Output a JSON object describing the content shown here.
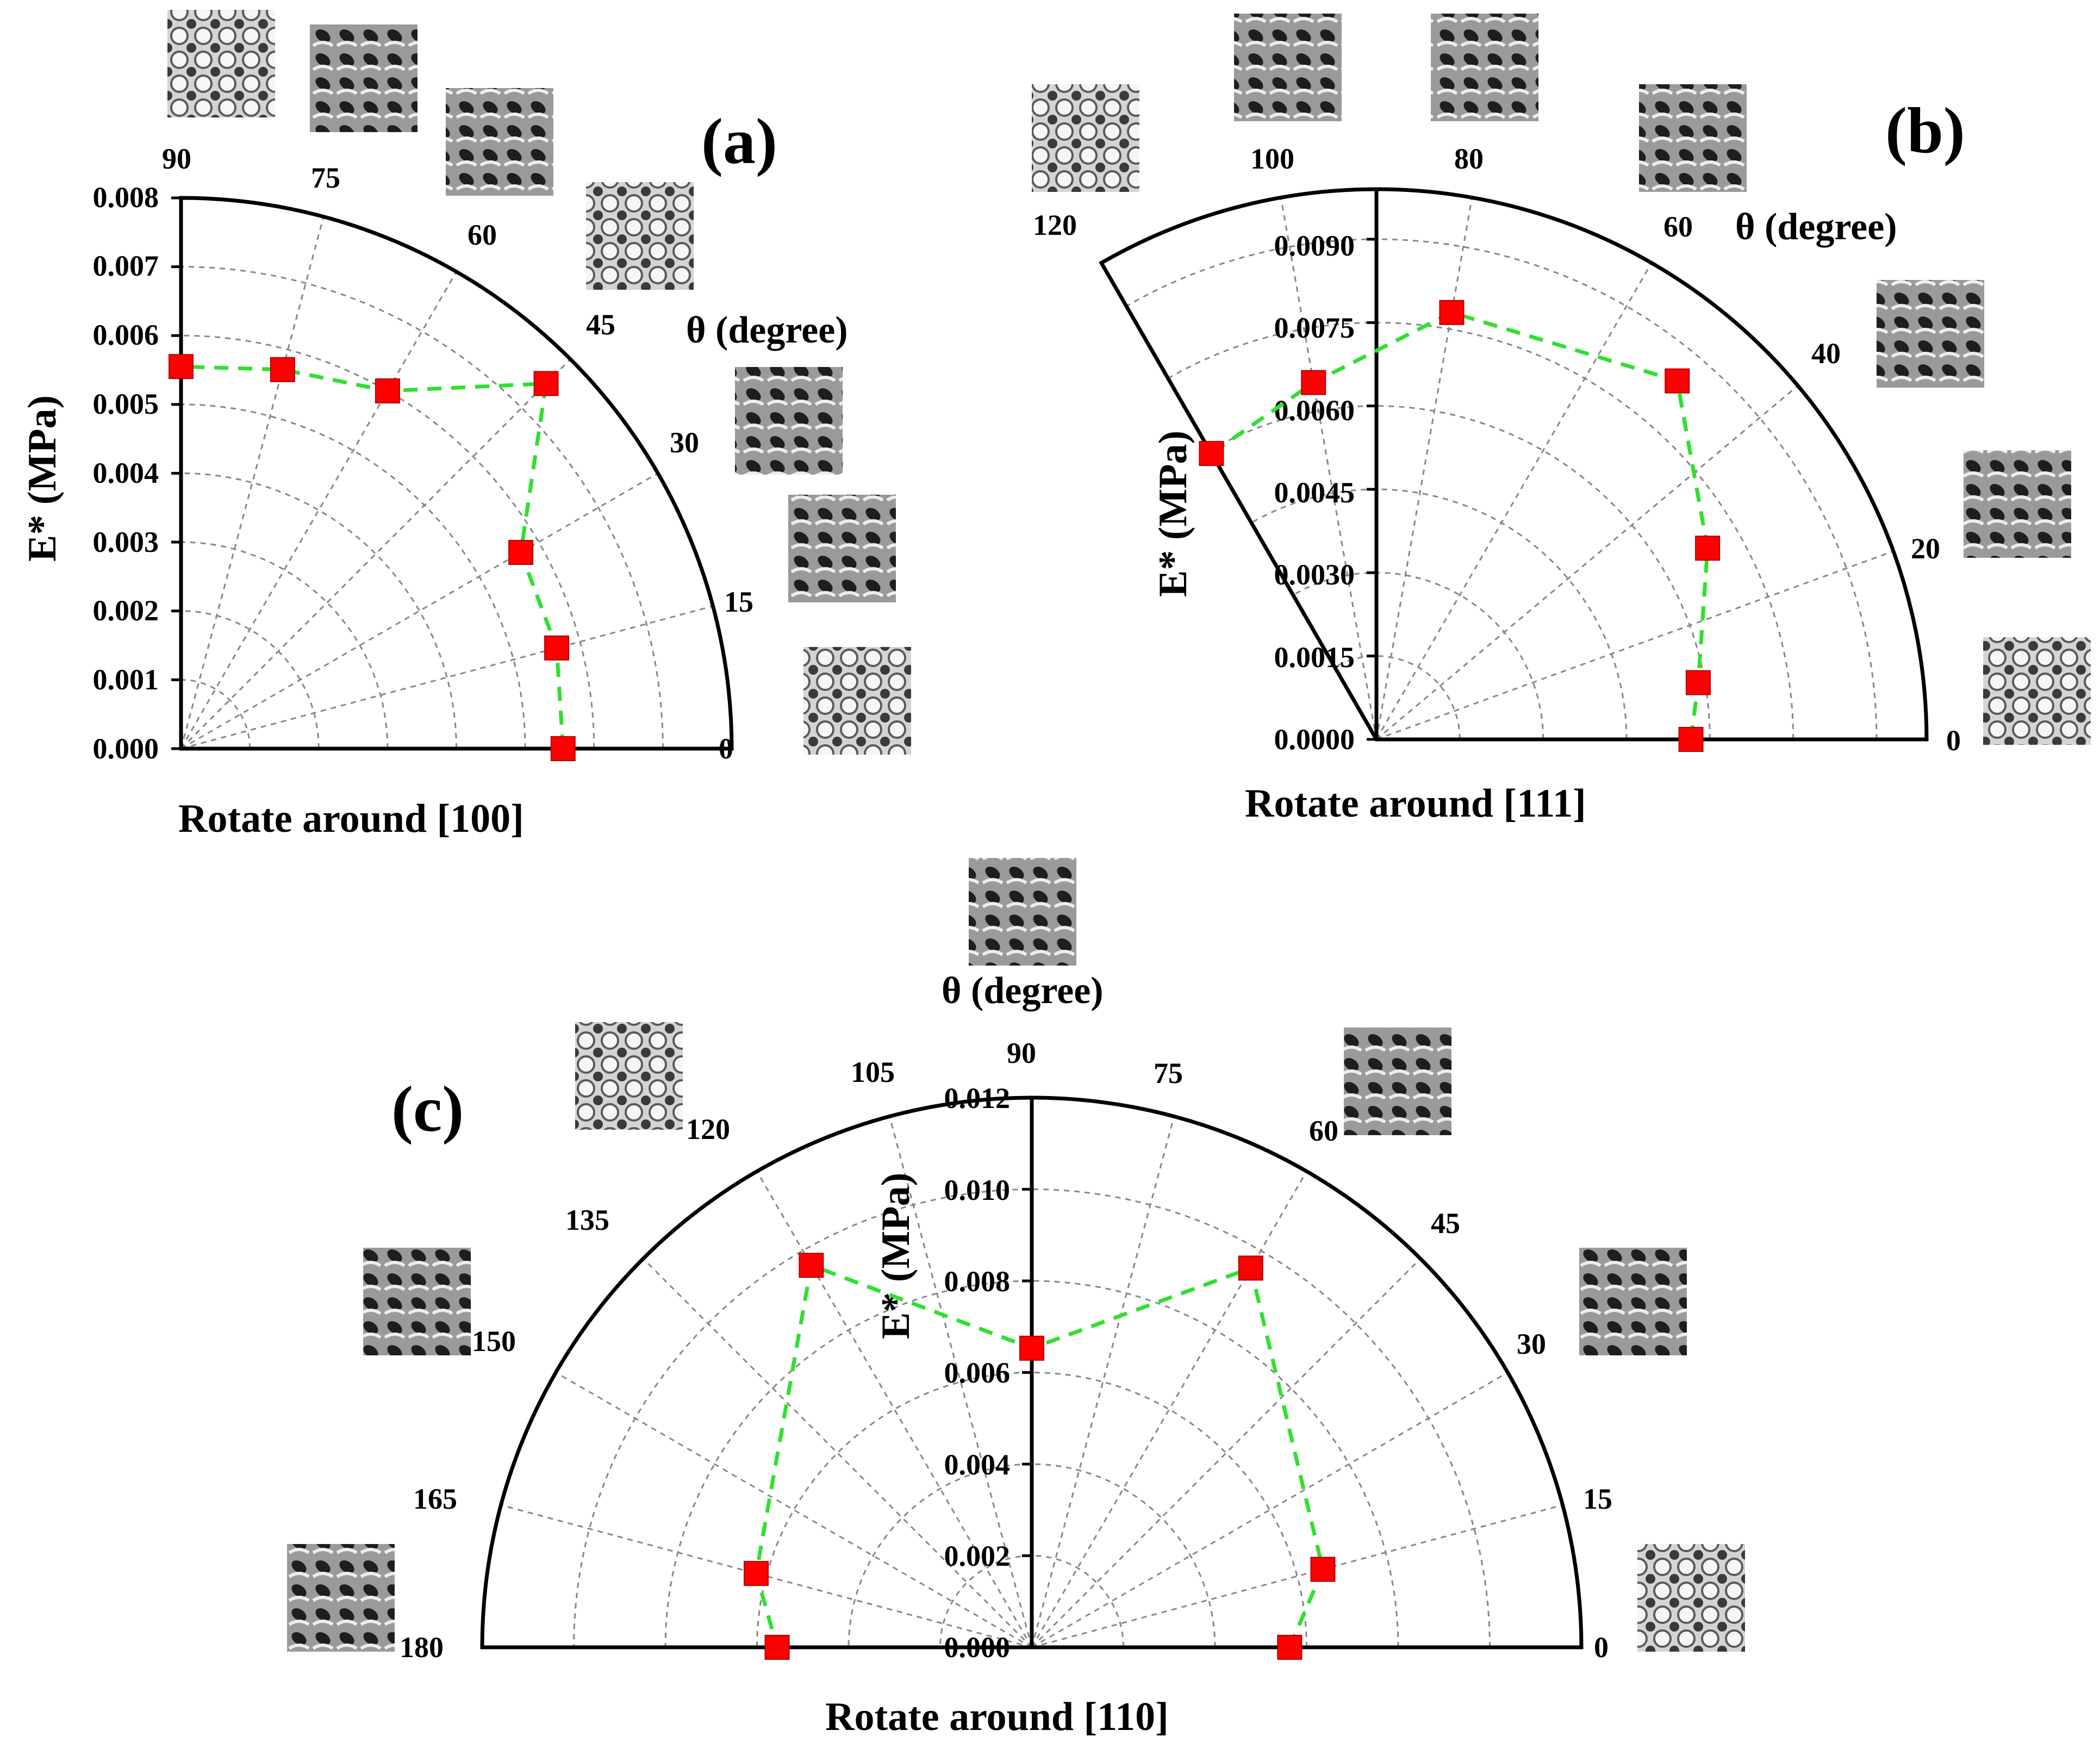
{
  "colors": {
    "series": "#2fe02f",
    "marker": "#ff0000",
    "grid": "#888888",
    "frame": "#000000",
    "background": "#ffffff"
  },
  "marker_icon": "square-marker",
  "inset_icon": "gyroid-lattice-thumbnail-icon",
  "chart_data": [
    {
      "panel_label": "(a)",
      "type": "polar-line",
      "theta_label": "θ (degree)",
      "r_label": "E* (MPa)",
      "xlabel": "Rotate around [100]",
      "theta_range": [
        0,
        90
      ],
      "theta_ticks": [
        "0",
        "15",
        "30",
        "45",
        "60",
        "75",
        "90"
      ],
      "r_range": [
        0,
        0.008
      ],
      "r_ticks": [
        "0.000",
        "0.001",
        "0.002",
        "0.003",
        "0.004",
        "0.005",
        "0.006",
        "0.007",
        "0.008"
      ],
      "grid": true,
      "series": [
        {
          "theta": [
            0,
            15,
            30,
            45,
            60,
            75,
            90
          ],
          "r": [
            0.00555,
            0.00565,
            0.0057,
            0.0075,
            0.006,
            0.0057,
            0.00555
          ]
        }
      ]
    },
    {
      "panel_label": "(b)",
      "type": "polar-line",
      "theta_label": "θ (degree)",
      "r_label": "E* (MPa)",
      "xlabel": "Rotate around [111]",
      "theta_range": [
        0,
        120
      ],
      "theta_ticks": [
        "0",
        "20",
        "40",
        "60",
        "80",
        "100",
        "120"
      ],
      "r_range": [
        0,
        0.0099
      ],
      "r_ticks": [
        "0.0000",
        "0.0015",
        "0.0030",
        "0.0045",
        "0.0060",
        "0.0075",
        "0.0090"
      ],
      "grid": true,
      "series": [
        {
          "theta": [
            0,
            10,
            30,
            50,
            80,
            100,
            120
          ],
          "r": [
            0.00566,
            0.00588,
            0.00688,
            0.00842,
            0.0078,
            0.00652,
            0.00594
          ]
        }
      ]
    },
    {
      "panel_label": "(c)",
      "type": "polar-line",
      "theta_label": "θ (degree)",
      "r_label": "E* (MPa)",
      "xlabel": "Rotate around [110]",
      "theta_range": [
        0,
        180
      ],
      "theta_ticks": [
        "0",
        "15",
        "30",
        "45",
        "60",
        "75",
        "90",
        "105",
        "120",
        "135",
        "150",
        "165",
        "180"
      ],
      "r_range": [
        0,
        0.012
      ],
      "r_ticks": [
        "0.000",
        "0.002",
        "0.004",
        "0.006",
        "0.008",
        "0.010",
        "0.012"
      ],
      "grid": true,
      "series": [
        {
          "theta": [
            0,
            15,
            60,
            90,
            120,
            165,
            180
          ],
          "r": [
            0.00563,
            0.00658,
            0.00956,
            0.00653,
            0.00963,
            0.00623,
            0.00556
          ]
        }
      ]
    }
  ]
}
